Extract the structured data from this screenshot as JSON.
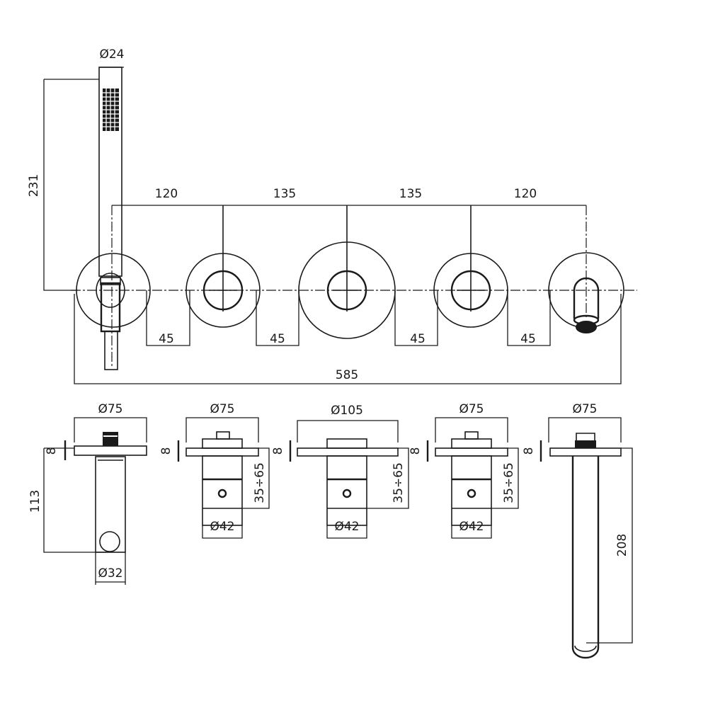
{
  "top_view": {
    "handshower_diameter": "Ø24",
    "height_231": "231",
    "spacing": [
      "120",
      "135",
      "135",
      "120"
    ],
    "gaps": [
      "45",
      "45",
      "45",
      "45"
    ],
    "overall_width": "585"
  },
  "side_view": {
    "handshower": {
      "diameter": "Ø75",
      "plate": "8",
      "depth": "113",
      "hose_diameter": "Ø32"
    },
    "valve_left": {
      "diameter": "Ø75",
      "plate": "8",
      "range": "35÷65",
      "body": "Ø42"
    },
    "valve_center": {
      "diameter": "Ø105",
      "plate": "8",
      "range": "35÷65",
      "body": "Ø42"
    },
    "valve_right": {
      "diameter": "Ø75",
      "plate": "8",
      "range": "35÷65",
      "body": "Ø42"
    },
    "spout": {
      "diameter": "Ø75",
      "plate": "8",
      "length": "208"
    }
  },
  "colors": {
    "line": "#1a1a1a",
    "background": "#ffffff"
  }
}
